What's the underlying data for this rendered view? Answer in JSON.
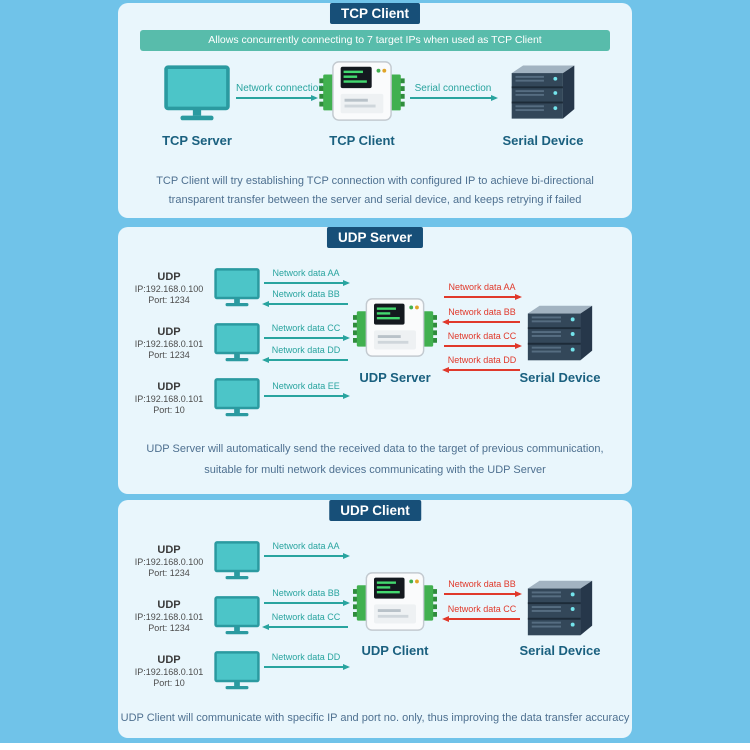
{
  "colors": {
    "page_bg": "#70c3e9",
    "panel_bg": "#e9f6fc",
    "title_badge_bg": "#174f78",
    "banner_bg": "#58bcab",
    "network_accent": "#29a49f",
    "serial_accent": "#e0392b",
    "node_label": "#1a607f",
    "description_text": "#4e7090"
  },
  "panels": [
    {
      "title": "TCP Client",
      "banner": "Allows concurrently connecting to 7 target IPs when used as TCP Client",
      "left_node": "TCP Server",
      "center_node": "TCP Client",
      "right_node": "Serial Device",
      "connections": [
        {
          "label": "Network connection",
          "direction": "right"
        },
        {
          "label": "Serial connection",
          "direction": "right"
        }
      ],
      "description": [
        "TCP Client will try establishing TCP connection with configured IP to achieve bi-directional",
        "transparent transfer between the server and serial device, and keeps retrying if failed"
      ]
    },
    {
      "title": "UDP Server",
      "hosts": [
        {
          "name": "UDP",
          "ip": "IP:192.168.0.100",
          "port": "Port: 1234",
          "arrows": [
            {
              "label": "Network data AA",
              "direction": "right"
            },
            {
              "label": "Network data BB",
              "direction": "left"
            }
          ]
        },
        {
          "name": "UDP",
          "ip": "IP:192.168.0.101",
          "port": "Port: 1234",
          "arrows": [
            {
              "label": "Network data CC",
              "direction": "right"
            },
            {
              "label": "Network data DD",
              "direction": "left"
            }
          ]
        },
        {
          "name": "UDP",
          "ip": "IP:192.168.0.101",
          "port": "Port: 10",
          "arrows": [
            {
              "label": "Network data EE",
              "direction": "right"
            }
          ]
        }
      ],
      "center_node": "UDP Server",
      "right_node": "Serial Device",
      "serial_arrows": [
        {
          "label": "Network data AA",
          "direction": "right"
        },
        {
          "label": "Network data BB",
          "direction": "left"
        },
        {
          "label": "Network data CC",
          "direction": "right"
        },
        {
          "label": "Network data DD",
          "direction": "left"
        }
      ],
      "description": [
        "UDP Server will automatically send the received data to the target of previous communication,",
        "suitable for multi network devices communicating with the UDP Server"
      ]
    },
    {
      "title": "UDP Client",
      "hosts": [
        {
          "name": "UDP",
          "ip": "IP:192.168.0.100",
          "port": "Port: 1234",
          "arrows": [
            {
              "label": "Network data AA",
              "direction": "right"
            }
          ]
        },
        {
          "name": "UDP",
          "ip": "IP:192.168.0.101",
          "port": "Port: 1234",
          "arrows": [
            {
              "label": "Network data BB",
              "direction": "right"
            },
            {
              "label": "Network data CC",
              "direction": "left"
            }
          ]
        },
        {
          "name": "UDP",
          "ip": "IP:192.168.0.101",
          "port": "Port: 10",
          "arrows": [
            {
              "label": "Network data DD",
              "direction": "right"
            }
          ]
        }
      ],
      "center_node": "UDP Client",
      "right_node": "Serial Device",
      "serial_arrows": [
        {
          "label": "Network data BB",
          "direction": "right"
        },
        {
          "label": "Network data CC",
          "direction": "left"
        }
      ],
      "description": [
        "UDP Client will communicate with specific IP and port no. only, thus improving the data transfer accuracy"
      ]
    }
  ]
}
